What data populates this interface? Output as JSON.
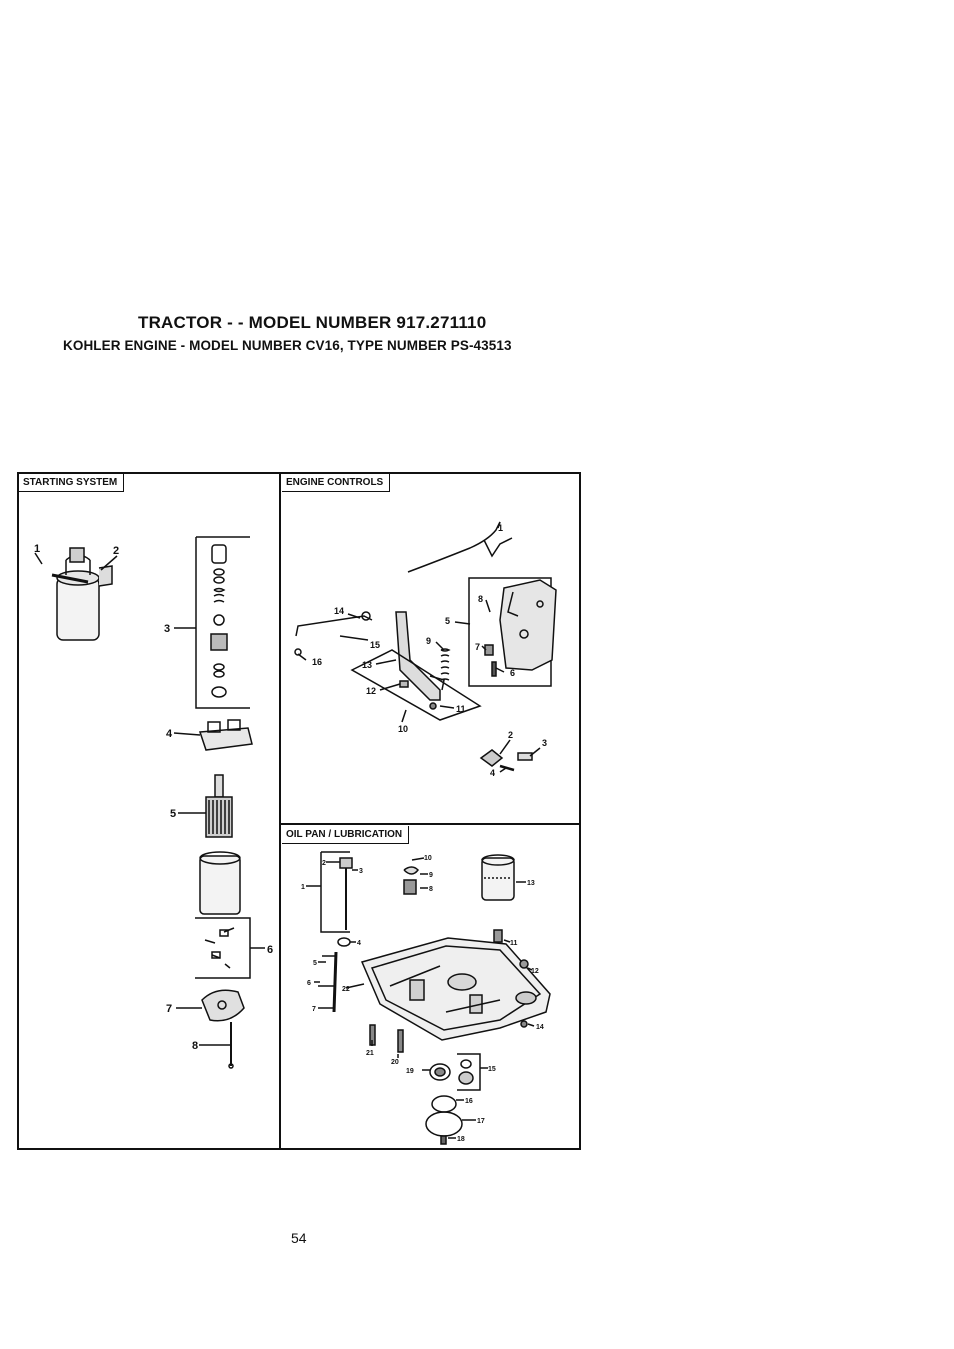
{
  "header": {
    "title": "TRACTOR - - MODEL NUMBER 917.271110",
    "subtitle": "KOHLER ENGINE - MODEL NUMBER CV16, TYPE NUMBER PS-43513"
  },
  "sections": {
    "starting_system": {
      "label": "STARTING SYSTEM",
      "callouts": [
        "1",
        "2",
        "3",
        "4",
        "5",
        "6",
        "7",
        "8"
      ]
    },
    "engine_controls": {
      "label": "ENGINE CONTROLS",
      "callouts": [
        "1",
        "2",
        "3",
        "4",
        "5",
        "6",
        "7",
        "8",
        "9",
        "10",
        "11",
        "12",
        "13",
        "14",
        "15",
        "16"
      ]
    },
    "oil_pan": {
      "label": "OIL PAN / LUBRICATION",
      "callouts": [
        "1",
        "2",
        "3",
        "4",
        "5",
        "6",
        "7",
        "8",
        "9",
        "10",
        "11",
        "12",
        "13",
        "14",
        "15",
        "16",
        "17",
        "18",
        "19",
        "20",
        "21",
        "22"
      ]
    }
  },
  "footer": {
    "page_number": "54"
  }
}
